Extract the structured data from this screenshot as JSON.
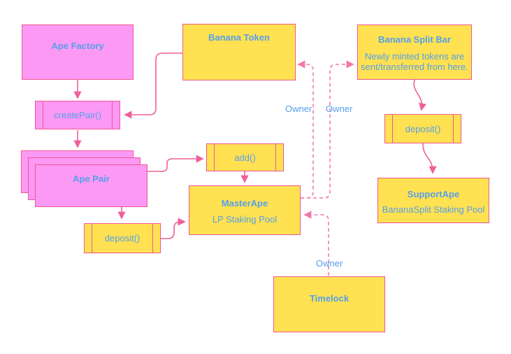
{
  "diagram": {
    "type": "architecture-flowchart",
    "colors": {
      "node_pink_fill": "#FC99F5",
      "node_yellow_fill": "#FFE151",
      "node_border": "#F15792",
      "arrow_solid": "#F0609A",
      "arrow_dashed": "#F379AC",
      "label_text": "#55A0EA",
      "background": "#FFFFFF"
    }
  },
  "nodes": {
    "ape_factory": {
      "title": "Ape Factory"
    },
    "banana_token": {
      "title": "Banana Token"
    },
    "banana_split_bar": {
      "title": "Banana Split Bar",
      "description_line1": "Newly minted tokens are",
      "description_line2": "sent/transferred from here."
    },
    "create_pair": {
      "label": "createPair()"
    },
    "ape_pair": {
      "title": "Ape Pair"
    },
    "add": {
      "label": "add()"
    },
    "master_ape": {
      "title": "MasterApe",
      "subtitle": "LP Staking Pool"
    },
    "deposit_lp": {
      "label": "deposit()"
    },
    "deposit_support": {
      "label": "deposit()"
    },
    "support_ape": {
      "title": "SupportApe",
      "subtitle": "BananaSplit Staking Pool"
    },
    "timelock": {
      "title": "Timelock"
    }
  },
  "edge_labels": {
    "owner_banana_token": "Owner",
    "owner_banana_split_bar": "Owner",
    "owner_master_ape": "Owner"
  }
}
